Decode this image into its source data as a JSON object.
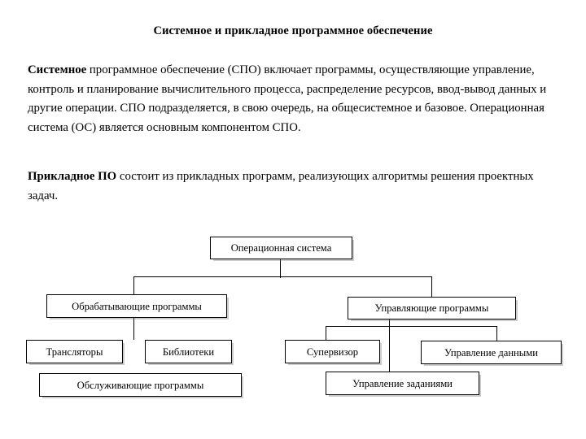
{
  "document": {
    "title": "Системное и прикладное программное обеспечение",
    "paragraphs": [
      {
        "lead": "Системное",
        "text": " программное обеспечение (СПО) включает программы, осуществляющие управление, контроль и планирование вычислительного процесса, распределение ресурсов, ввод-вывод данных и другие операции. СПО подразделяется, в свою очередь, на общесистемное и базовое. Операционная система (ОС) является основным компонентом СПО."
      },
      {
        "lead": "Прикладное ПО",
        "text": " состоит из прикладных программ, реализующих алгоритмы решения проектных задач."
      }
    ]
  },
  "diagram": {
    "type": "tree",
    "root": "Операционная система",
    "nodes": [
      {
        "id": "os",
        "label": "Операционная система"
      },
      {
        "id": "processing",
        "label": "Обрабатывающие программы"
      },
      {
        "id": "translators",
        "label": "Трансляторы"
      },
      {
        "id": "libraries",
        "label": "Библиотеки"
      },
      {
        "id": "service",
        "label": "Обслуживающие программы"
      },
      {
        "id": "control",
        "label": "Управляющие программы"
      },
      {
        "id": "supervisor",
        "label": "Супервизор"
      },
      {
        "id": "data-mgmt",
        "label": "Управление данными"
      },
      {
        "id": "job-mgmt",
        "label": "Управление заданиями"
      }
    ],
    "edges": [
      {
        "from": "os",
        "to": "processing"
      },
      {
        "from": "os",
        "to": "control"
      },
      {
        "from": "processing",
        "to": "translators"
      },
      {
        "from": "processing",
        "to": "libraries"
      },
      {
        "from": "processing",
        "to": "service"
      },
      {
        "from": "control",
        "to": "supervisor"
      },
      {
        "from": "control",
        "to": "data-mgmt"
      },
      {
        "from": "control",
        "to": "job-mgmt"
      }
    ]
  },
  "colors": {
    "background": "#ffffff",
    "text": "#000000",
    "node_border": "#000000",
    "connector": "#000000",
    "shadow": "#787878"
  }
}
